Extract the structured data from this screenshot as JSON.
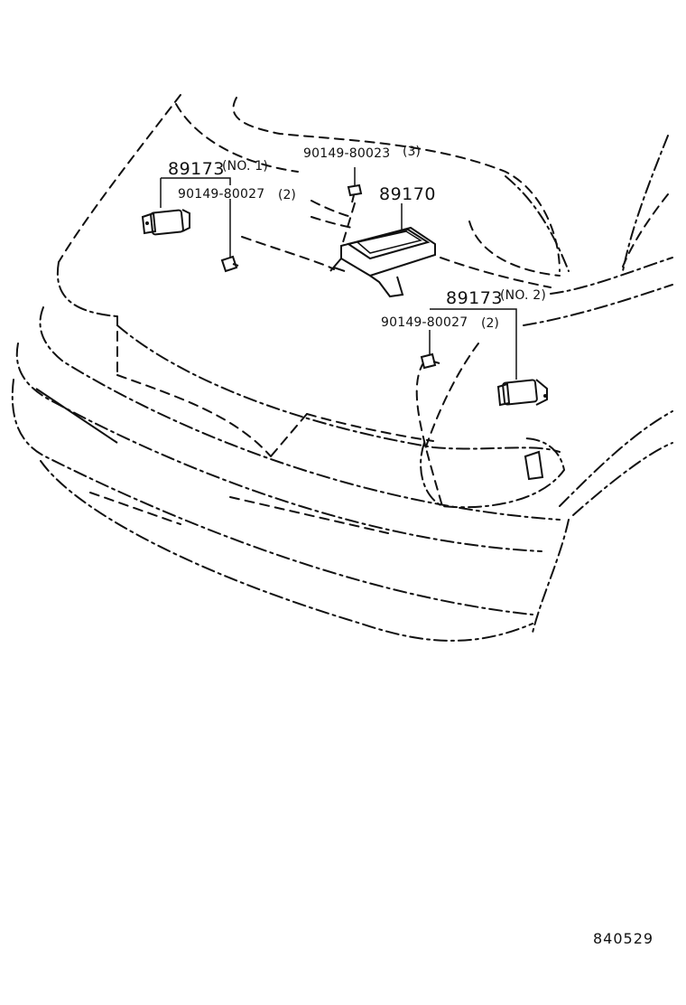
{
  "diagram": {
    "callouts": {
      "sensor_no1": {
        "part_number": "89173",
        "qualifier": "(NO. 1)"
      },
      "bolt_left": {
        "part_number": "90149-80027",
        "qualifier": "(2)"
      },
      "bolt_top": {
        "part_number": "90149-80023",
        "qualifier": "(3)"
      },
      "ecu": {
        "part_number": "89170"
      },
      "sensor_no2": {
        "part_number": "89173",
        "qualifier": "(NO. 2)"
      },
      "bolt_right": {
        "part_number": "90149-80027",
        "qualifier": "(2)"
      }
    },
    "figure_number": "840529"
  }
}
